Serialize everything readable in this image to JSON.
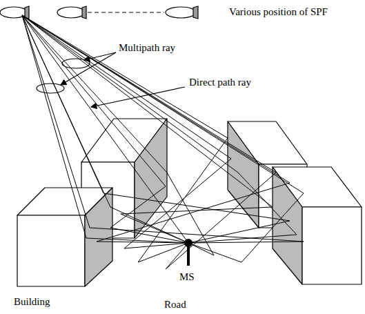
{
  "diagram": {
    "labels": [
      "Various position of SPF",
      "Multipath ray",
      "Direct path ray",
      "MS",
      "Building",
      "Road"
    ]
  }
}
